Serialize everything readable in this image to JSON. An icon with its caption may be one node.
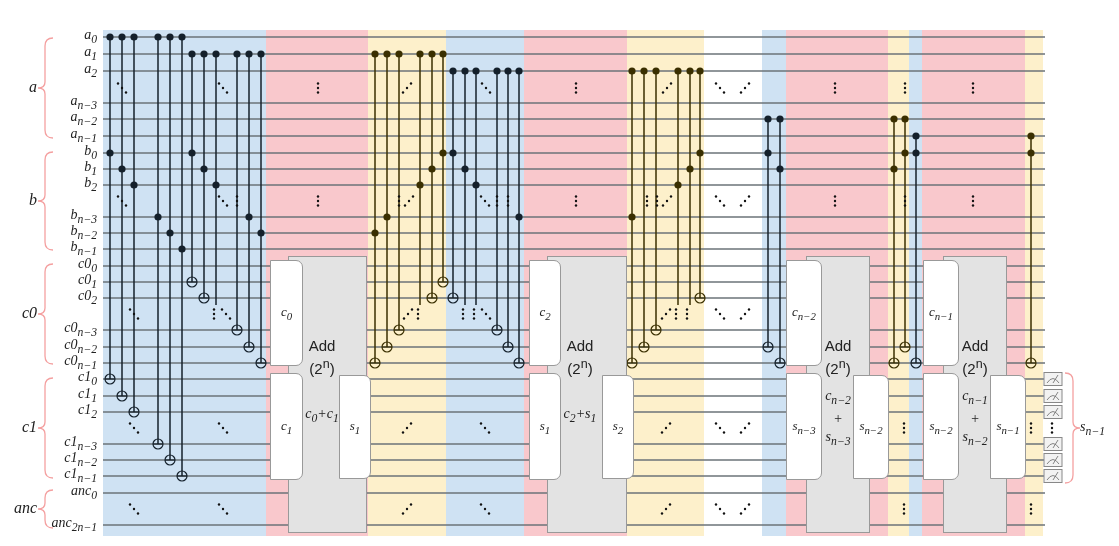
{
  "diagram": {
    "nodes": [
      {
        "text": [
          "Add (2$^{n}$)",
          "c$_{0}$+c$_{1}$"
        ]
      },
      {
        "text": [
          "c$_{0}$"
        ]
      },
      {
        "text": [
          "c$_{1}$"
        ]
      },
      {
        "text": [
          "s$_{1}$"
        ]
      },
      {
        "text": [
          "Add (2$^{n}$)",
          "c$_{2}$+s$_{1}$"
        ]
      },
      {
        "text": [
          "c$_{2}$"
        ]
      },
      {
        "text": [
          "s$_{1}$"
        ]
      },
      {
        "text": [
          "s$_{2}$"
        ]
      },
      {
        "text": [
          "Add (2$^{n}$)",
          "c$_{n−2}$ + s$_{n−3}$"
        ]
      },
      {
        "text": [
          "c$_{n−2}$"
        ]
      },
      {
        "text": [
          "s$_{n−3}$"
        ]
      },
      {
        "text": [
          "s$_{n−2}$"
        ]
      },
      {
        "text": [
          "Add (2$^{n}$)",
          "c$_{n−1}$ + s$_{n−2}$"
        ]
      },
      {
        "text": [
          "c$_{n−1}$"
        ]
      },
      {
        "text": [
          "s$_{n−2}$"
        ]
      },
      {
        "text": [
          "s$_{n−1}$"
        ]
      }
    ],
    "labels": [
      "a$_{0}$",
      "a$_{1}$",
      "a$_{2}$",
      "a",
      "a$_{n−3}$",
      "a$_{n−2}$",
      "a$_{n−1}$",
      "b$_{0}$",
      "b$_{1}$",
      "b$_{2}$",
      "b",
      "b$_{n−3}$",
      "b$_{n−2}$",
      "b$_{n−1}$",
      "c0$_{0}$",
      "c0$_{1}$",
      "c0$_{2}$",
      "c0",
      "c0$_{n−3}$",
      "c0$_{n−2}$",
      "c0$_{n−1}$",
      "c1$_{0}$",
      "c1$_{1}$",
      "c1$_{2}$",
      "c1",
      "c1$_{n−3}$",
      "c1$_{n−2}$",
      "c1$_{n−1}$",
      "anc$_{0}$",
      "anc",
      "anc$_{2n−1}$",
      "s$_{n−1}$"
    ]
  }
}
